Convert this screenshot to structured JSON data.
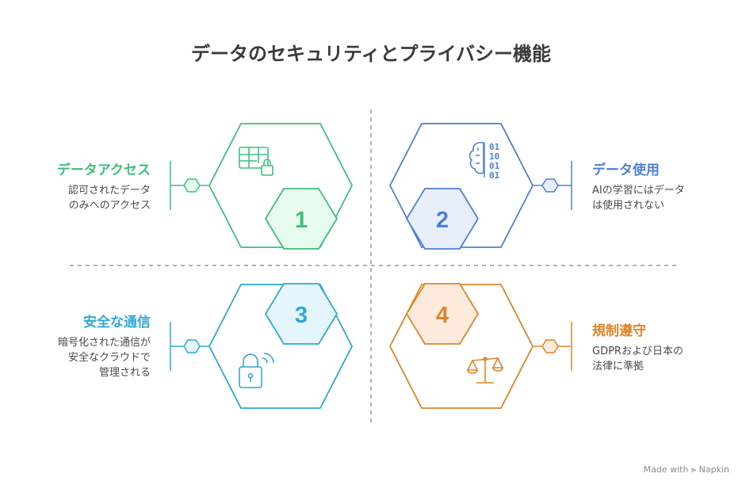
{
  "title": "データのセキュリティとプライバシー機能",
  "items": [
    {
      "number": "1",
      "heading": "データアクセス",
      "description": "認可されたデータ\nのみへのアクセス",
      "color": "#3dbf7a",
      "fill": "#e6faee",
      "icon": "table-lock-icon"
    },
    {
      "number": "2",
      "heading": "データ使用",
      "description": "AIの学習にはデータ\nは使用されない",
      "color": "#4f7fd6",
      "fill": "#e8effb",
      "icon": "brain-binary-icon",
      "binary": [
        "01",
        "10",
        "01",
        "01"
      ]
    },
    {
      "number": "3",
      "heading": "安全な通信",
      "description": "暗号化された通信が\n安全なクラウドで\n管理される",
      "color": "#2ea9d4",
      "fill": "#e4f5fb",
      "icon": "wireless-lock-icon"
    },
    {
      "number": "4",
      "heading": "規制遵守",
      "description": "GDPRおよび日本の\n法律に準拠",
      "color": "#e0842a",
      "fill": "#fcebdc",
      "icon": "scales-icon"
    }
  ],
  "footer": "Made with ⪢ Napkin"
}
